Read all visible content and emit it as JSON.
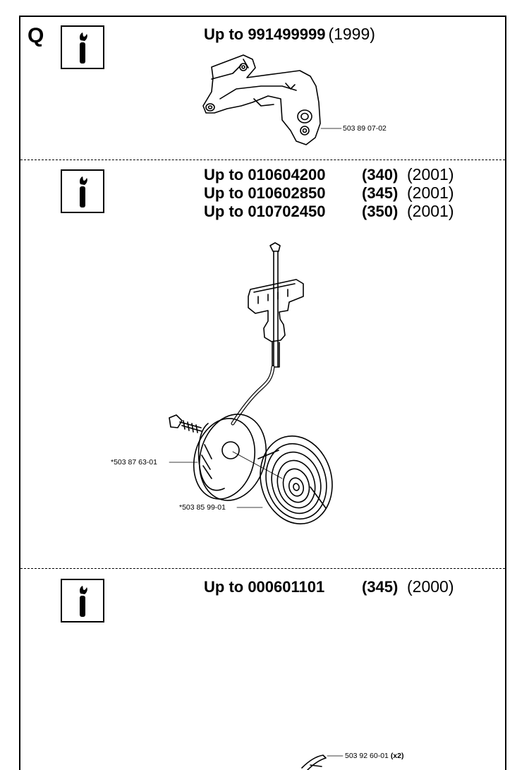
{
  "page": {
    "section_letter": "Q"
  },
  "section1": {
    "heading_code": "Up to 991499999",
    "heading_year": "(1999)",
    "part_number": "503 89 07-02"
  },
  "section2": {
    "lines": [
      {
        "code": "Up to 010604200",
        "model": "(340)",
        "year": "(2001)"
      },
      {
        "code": "Up to 010602850",
        "model": "(345)",
        "year": "(2001)"
      },
      {
        "code": "Up to 010702450",
        "model": "(350)",
        "year": "(2001)"
      }
    ],
    "part_pulley": "*503 87 63-01",
    "part_spring": "*503 85 99-01"
  },
  "section3": {
    "heading_code": "Up to 000601101",
    "heading_model": "(345)",
    "heading_year": "(2000)",
    "part_number": "503 92 60-01",
    "part_qty": "(x2)"
  },
  "icons": {
    "service_icon": "wrench-info-icon"
  }
}
